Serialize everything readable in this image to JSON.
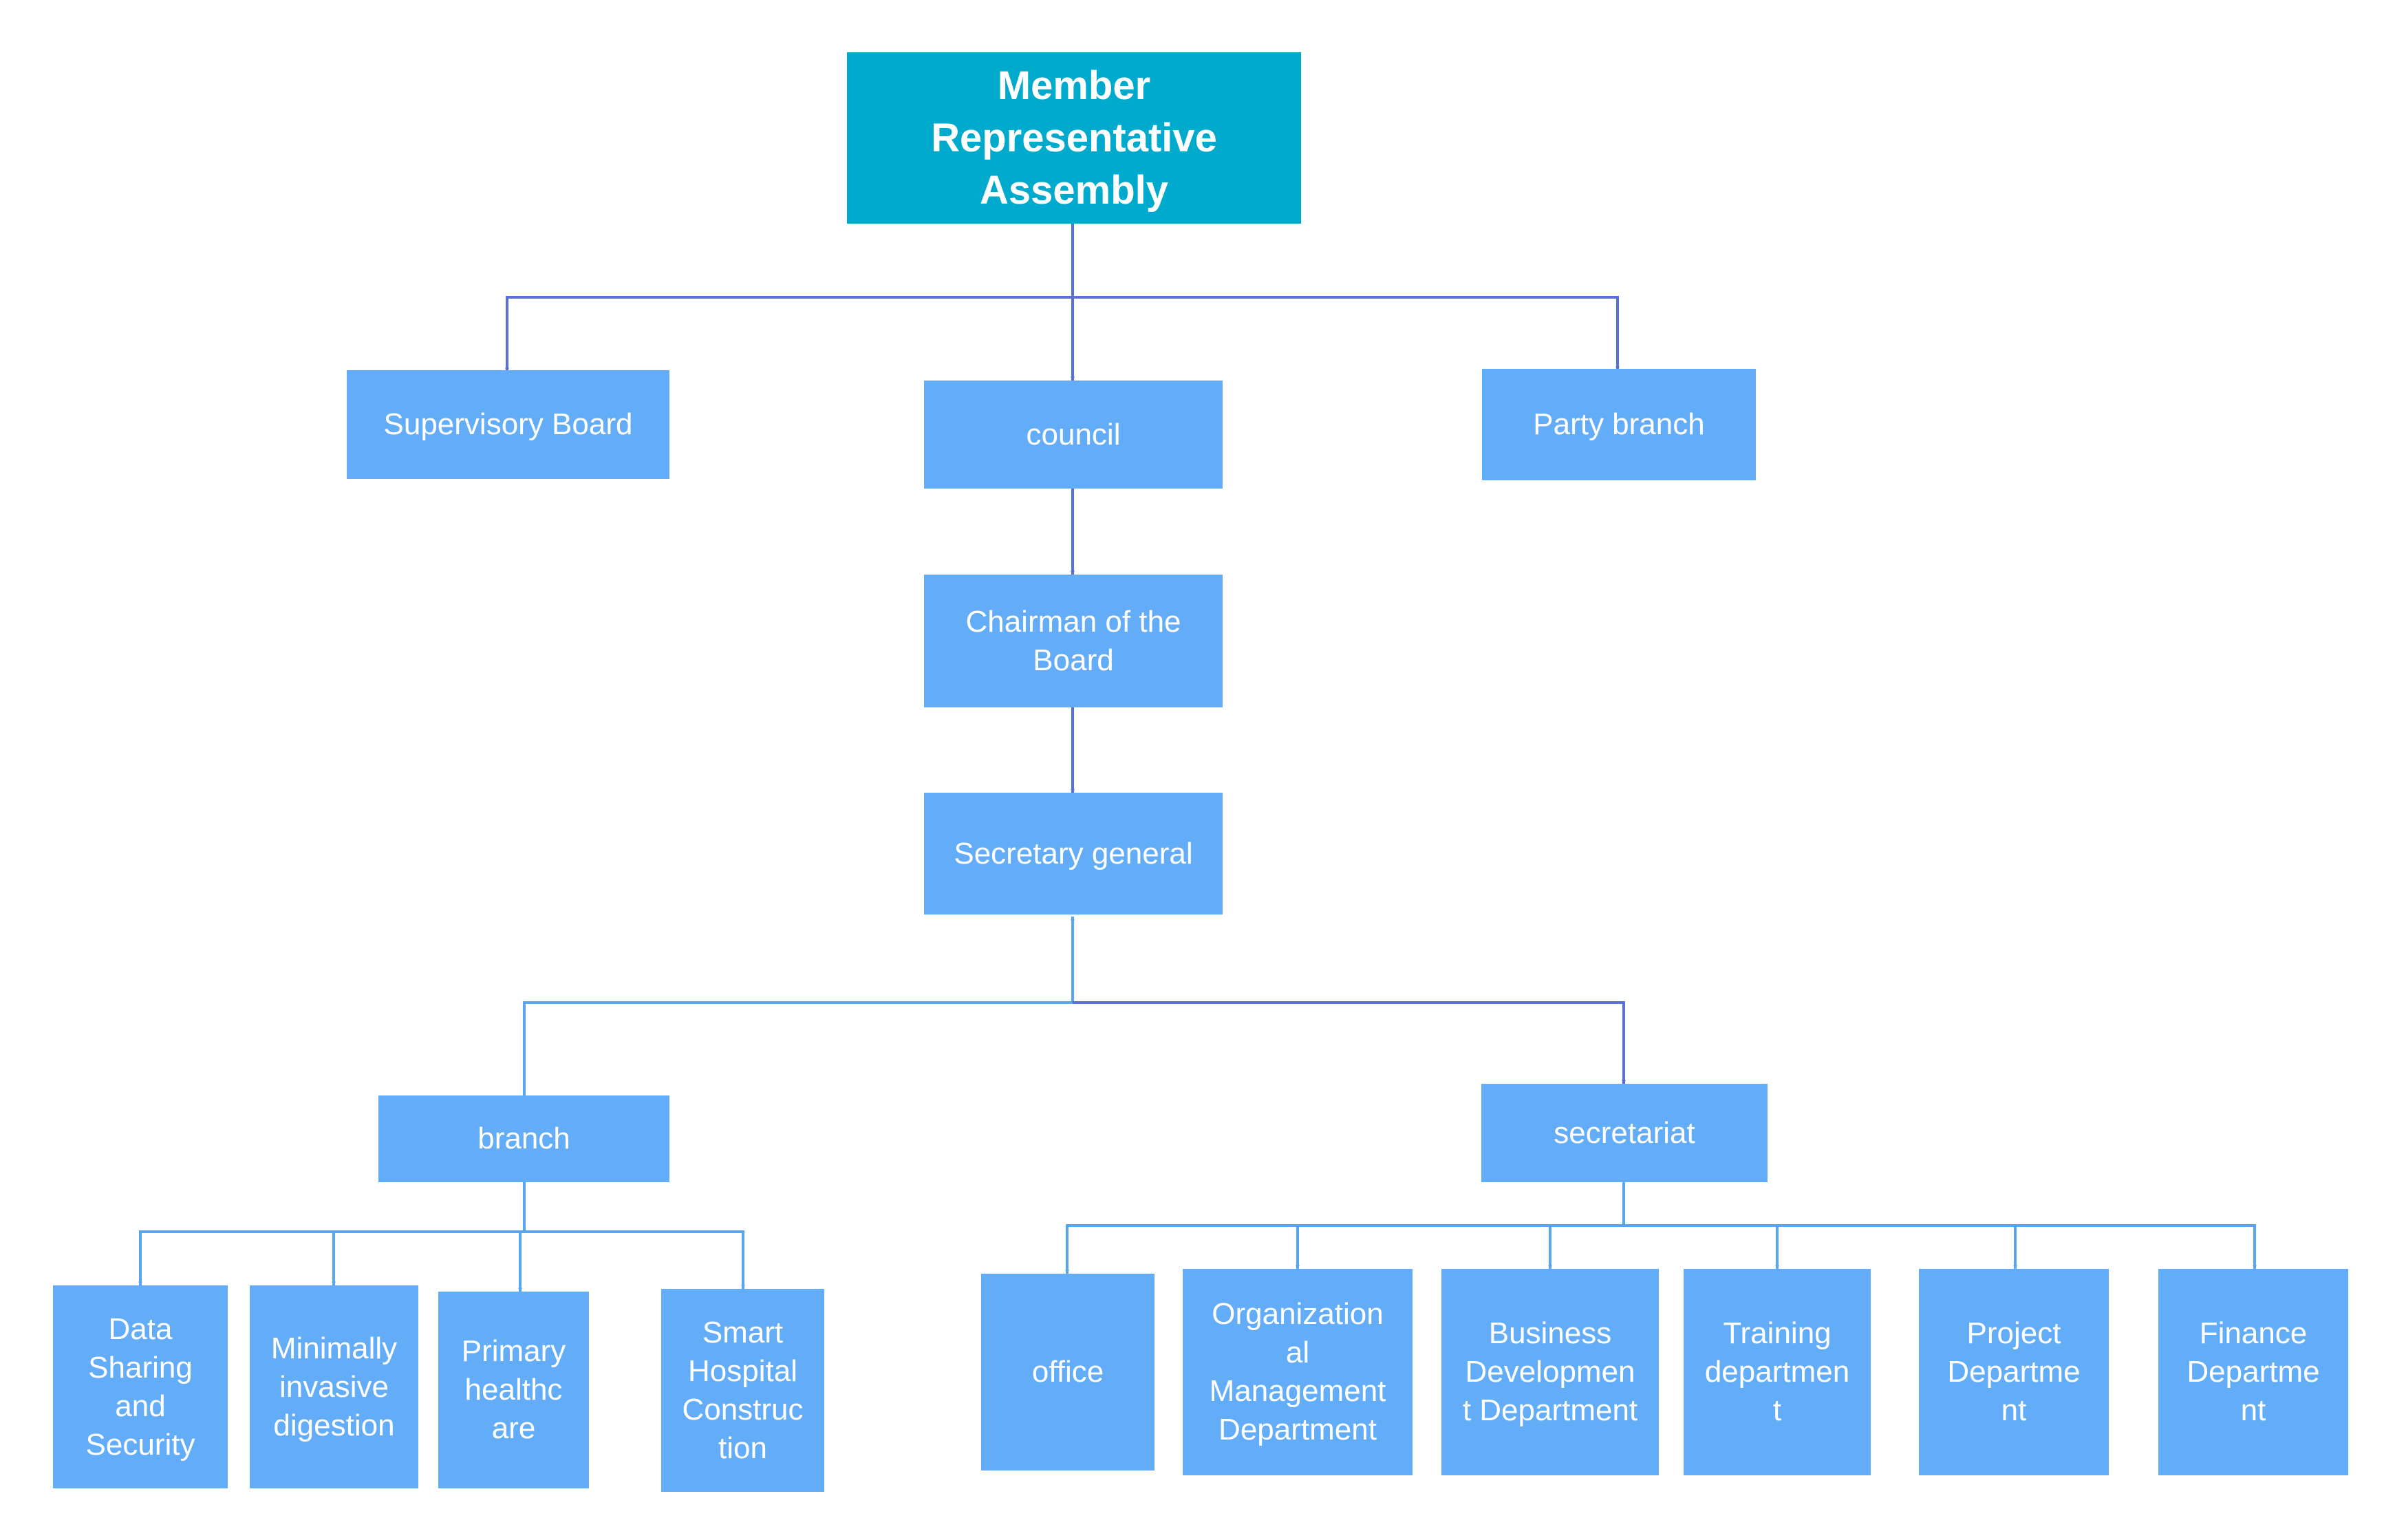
{
  "colors": {
    "root_fill": "#00aacc",
    "node_fill": "#63adf8",
    "node_text": "#ffffff",
    "connector_dark": "#5b6fd9",
    "connector_light": "#5aa6ee"
  },
  "nodes": {
    "root": "Member\nRepresentative\nAssembly",
    "supervisory_board": "Supervisory Board",
    "council": "council",
    "party_branch": "Party branch",
    "chairman": "Chairman of the\nBoard",
    "secretary_general": "Secretary general",
    "branch": "branch",
    "secretariat": "secretariat",
    "data_sharing": "Data\nSharing\nand\nSecurity",
    "minimally_invasive": "Minimally\ninvasive\ndigestion",
    "primary_healthcare": "Primary\nhealthc\nare",
    "smart_hospital": "Smart\nHospital\nConstruc\ntion",
    "office": "office",
    "org_management": "Organization\nal\nManagement\nDepartment",
    "business_dev": "Business\nDevelopmen\nt Department",
    "training": "Training\ndepartmen\nt",
    "project": "Project\nDepartme\nnt",
    "finance": "Finance\nDepartme\nnt"
  }
}
